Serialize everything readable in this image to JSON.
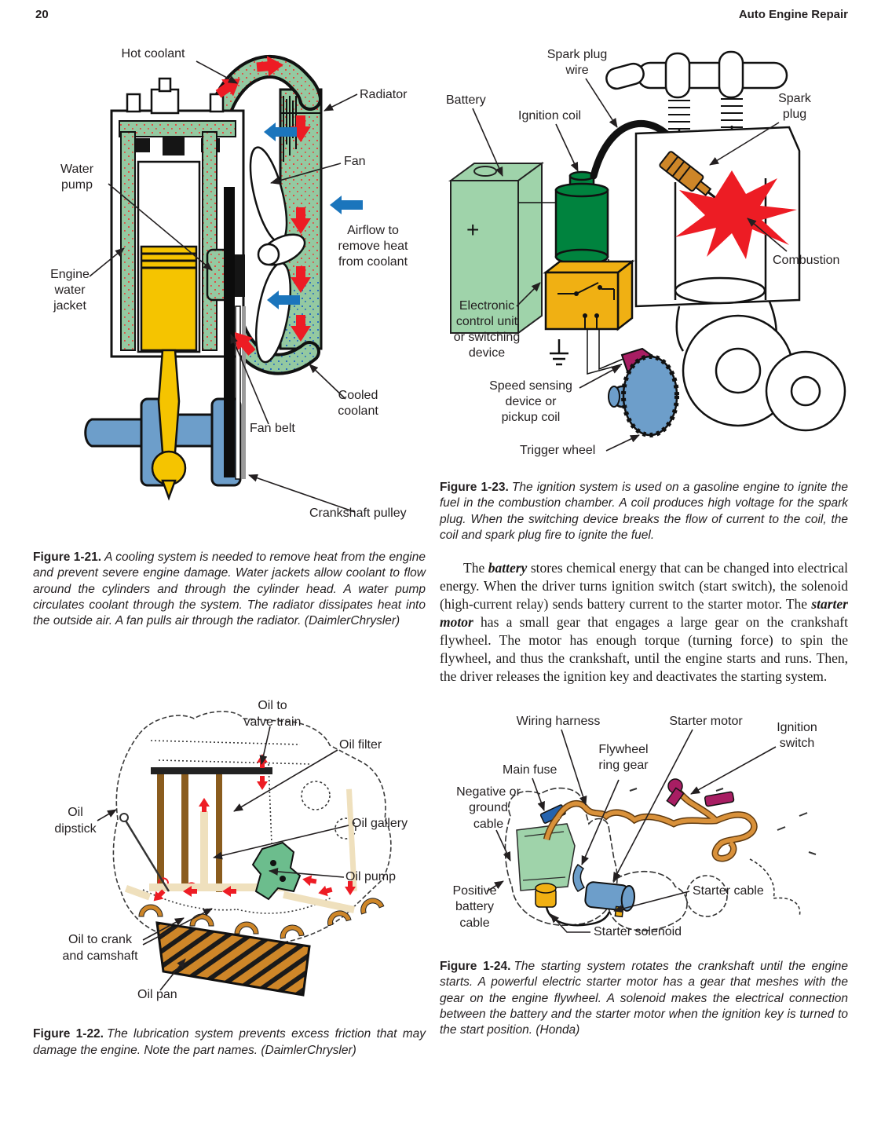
{
  "page": {
    "number": "20",
    "title": "Auto Engine Repair"
  },
  "colors": {
    "coolant_green": "#94c9a1",
    "hot_red": "#ed1c24",
    "air_blue": "#1b75bc",
    "piston_yellow": "#f5c400",
    "crank_blue": "#6d9eca",
    "battery_green": "#9fd3aa",
    "coil_green": "#00833e",
    "ecu_yellow": "#f0b013",
    "harness_orange": "#d9913a",
    "oil_brown": "#ce8628",
    "cream": "#efe0bd",
    "pump_green": "#6cbd8d",
    "pickup_magenta": "#a81e63",
    "fuse_blue": "#2563ae",
    "ink": "#231f20"
  },
  "fig21": {
    "labels": {
      "hot_coolant": "Hot coolant",
      "radiator": "Radiator",
      "fan": "Fan",
      "water_pump": "Water\npump",
      "airflow": "Airflow to\nremove heat\nfrom coolant",
      "engine_water_jacket": "Engine\nwater\njacket",
      "cooled_coolant": "Cooled\ncoolant",
      "fan_belt": "Fan belt",
      "crankshaft_pulley": "Crankshaft pulley"
    },
    "caption_lead": "Figure 1-21.",
    "caption_text": "A cooling system is needed to remove heat from the engine and prevent severe engine damage. Water jackets allow coolant to flow around the cylinders and through the cylinder head. A water pump circulates coolant through the system. The radiator dissipates heat into the outside air. A fan pulls air through the radiator. (DaimlerChrysler)"
  },
  "fig22": {
    "labels": {
      "oil_to_valve_train": "Oil to\nvalve train",
      "oil_filter": "Oil filter",
      "oil_dipstick": "Oil\ndipstick",
      "oil_gallery": "Oil gallery",
      "oil_pump": "Oil pump",
      "oil_to_crank": "Oil to crank\nand camshaft",
      "oil_pan": "Oil pan"
    },
    "caption_lead": "Figure 1-22.",
    "caption_text": "The lubrication system prevents excess friction that may damage the engine. Note the part names. (DaimlerChrysler)"
  },
  "fig23": {
    "battery_plus": "+",
    "labels": {
      "spark_plug_wire": "Spark plug\nwire",
      "battery": "Battery",
      "ignition_coil": "Ignition coil",
      "spark_plug": "Spark\nplug",
      "combustion": "Combustion",
      "ecu": "Electronic\ncontrol unit\nor switching\ndevice",
      "speed_sensing": "Speed sensing\ndevice or\npickup coil",
      "trigger_wheel": "Trigger wheel"
    },
    "caption_lead": "Figure 1-23.",
    "caption_text": "The ignition system is used on a gasoline engine to ignite the fuel in the combustion chamber. A coil produces high voltage for the spark plug. When the switching device breaks the flow of current to the coil, the coil and spark plug fire to ignite the fuel."
  },
  "fig24": {
    "labels": {
      "wiring_harness": "Wiring harness",
      "starter_motor": "Starter motor",
      "ignition_switch": "Ignition\nswitch",
      "flywheel_ring_gear": "Flywheel\nring gear",
      "main_fuse": "Main fuse",
      "negative_cable": "Negative or\nground\ncable",
      "positive_cable": "Positive\nbattery\ncable",
      "starter_cable": "Starter cable",
      "starter_solenoid": "Starter solenoid"
    },
    "caption_lead": "Figure 1-24.",
    "caption_text": "The starting system rotates the crankshaft until the engine starts. A powerful electric starter motor has a gear that meshes with the gear on the engine flywheel. A solenoid makes the electrical connection between the battery and the starter motor when the ignition key is turned to the start position. (Honda)"
  },
  "body": {
    "seg1": "The ",
    "term1": "battery",
    "seg2": " stores chemical energy that can be changed into electrical energy. When the driver turns ignition switch (start switch), the solenoid (high-current relay) sends battery current to the starter motor. The ",
    "term2": "starter motor",
    "seg3": " has a small gear that engages a large gear on the crankshaft flywheel. The motor has enough torque (turning force) to spin the flywheel, and thus the crankshaft, until the engine starts and runs. Then, the driver releases the ignition key and deactivates the starting system."
  }
}
